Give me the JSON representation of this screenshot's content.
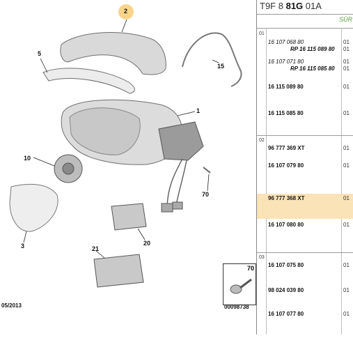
{
  "header": {
    "code_prefix": "T9F 8",
    "code_bold": "81G",
    "code_suffix": "01A",
    "sub_label": "SÜR"
  },
  "diagram": {
    "callouts": [
      "2",
      "5",
      "15",
      "1",
      "10",
      "70",
      "3",
      "20",
      "21"
    ],
    "footer_date": "05/2013",
    "footer_ref": "00098738",
    "inset_number": "70"
  },
  "parts": [
    {
      "group": "01",
      "number": "16 107 068 80",
      "qty": "01",
      "replacement": "RP 16 115 089 80",
      "rp_qty": "01"
    },
    {
      "number": "16 107 071 80",
      "qty": "01",
      "replacement": "RP 16 115 085 80",
      "rp_qty": "01"
    },
    {
      "number": "16 115 089 80",
      "qty": "01"
    },
    {
      "number": "16 115 085 80",
      "qty": "01"
    },
    {
      "group": "02",
      "number": "96 777 369 XT",
      "qty": "01"
    },
    {
      "number": "16 107 079 80",
      "qty": "01"
    },
    {
      "number": "96 777 368 XT",
      "qty": "01"
    },
    {
      "number": "16 107 080 80",
      "qty": "01"
    },
    {
      "group": "03",
      "number": "16 107 075 80",
      "qty": "01"
    },
    {
      "number": "98 024 039 80",
      "qty": "01"
    },
    {
      "number": "16 107 077 80",
      "qty": "01"
    }
  ]
}
